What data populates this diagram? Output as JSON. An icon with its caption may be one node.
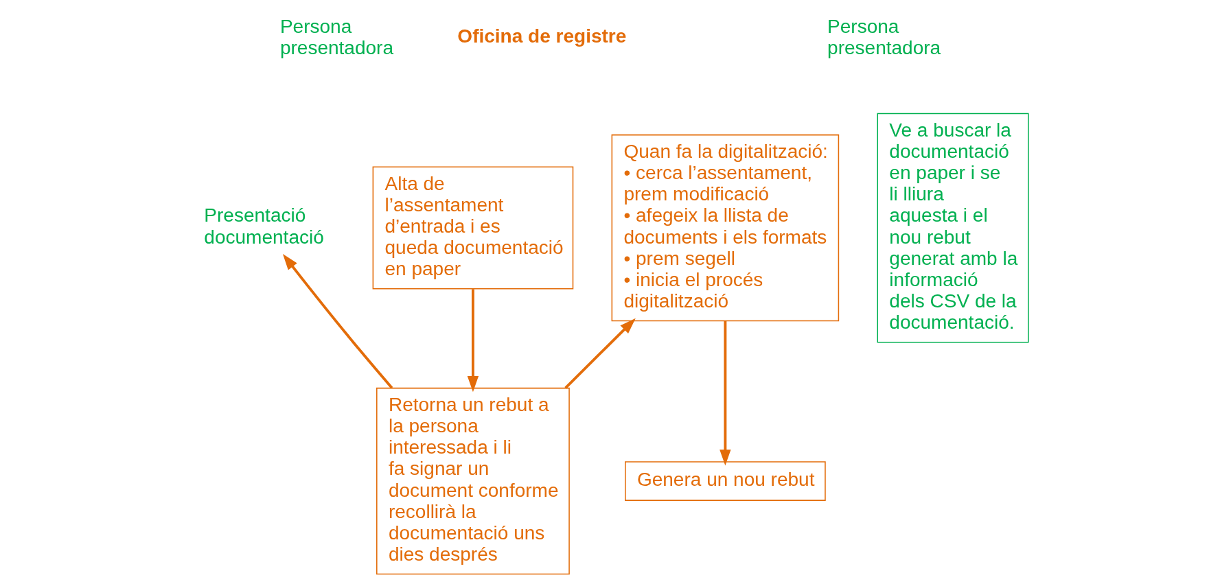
{
  "diagram": {
    "nodes": [
      {
        "text": [
          "Presentació documentació"
        ]
      },
      {
        "text": [
          "Alta de l’assentament d’entrada i es queda documentació en paper"
        ]
      },
      {
        "text": [
          "Retorna un rebut a la persona interessada i li fa signar un document conforme recollirà la documentació uns dies després"
        ]
      },
      {
        "text": [
          "Quan fa la digitalització:",
          "• cerca l’assentament, prem modificació",
          "• afegeix la llista de documents i els formats",
          "• prem segell",
          "• inicia el procés digitalització"
        ]
      },
      {
        "text": [
          "Genera un nou rebut"
        ]
      },
      {
        "text": [
          "Ve a buscar la documentació en paper i se li lliura aquesta i el nou rebut generat amb la informació dels CSV de la documentació."
        ]
      }
    ],
    "edges": [
      {
        "from": 1,
        "to": 2,
        "arrow": "to"
      },
      {
        "from": 2,
        "to": 3,
        "arrow": "to"
      },
      {
        "from": 3,
        "to": 4,
        "arrow": "to"
      },
      {
        "from": 2,
        "to": 0,
        "arrow": "to"
      }
    ],
    "labels": [
      "Persona presentadora",
      "Oficina de registre",
      "Persona presentadora"
    ]
  }
}
